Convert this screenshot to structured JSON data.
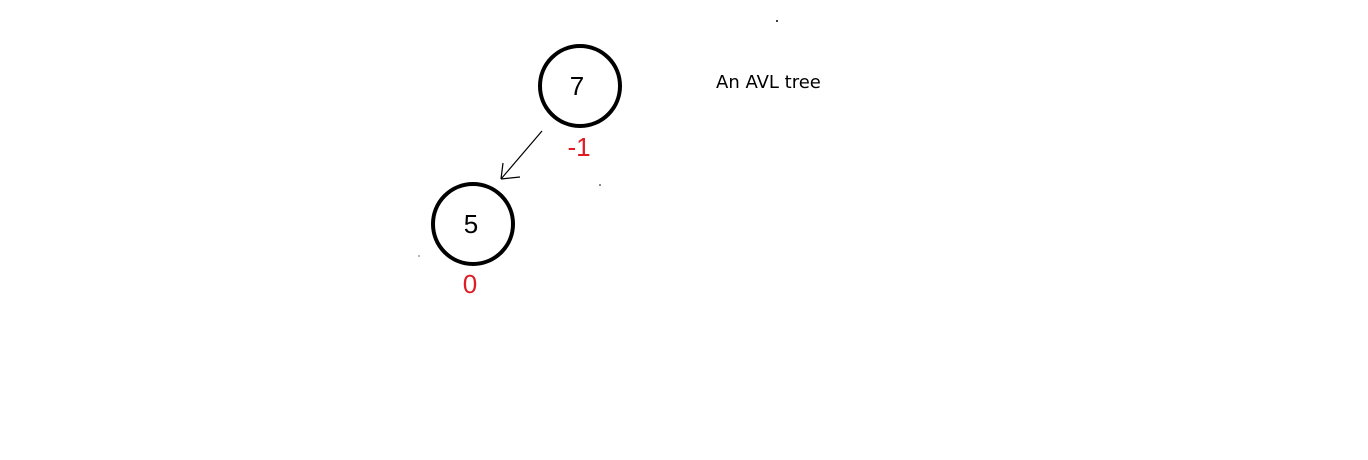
{
  "caption": "An AVL tree",
  "colors": {
    "node_stroke": "#000000",
    "balance_factor": "#e01b24",
    "background": "#ffffff"
  },
  "tree": {
    "root": {
      "key": "7",
      "balance_factor": "-1"
    },
    "left_child": {
      "key": "5",
      "balance_factor": "0"
    }
  },
  "edges": [
    {
      "from": "7",
      "to": "5",
      "direction": "arrow-to-child"
    }
  ]
}
